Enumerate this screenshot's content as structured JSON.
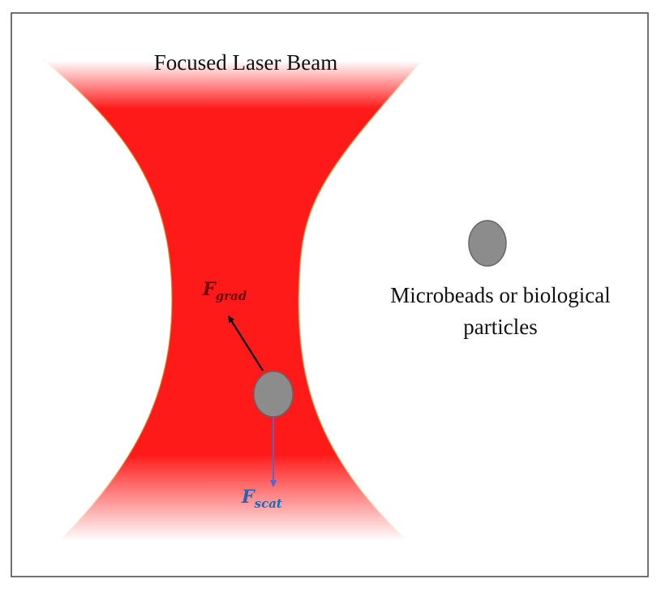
{
  "figure": {
    "beam_label": "Focused Laser Beam",
    "particle_label_line1": "Microbeads or biological",
    "particle_label_line2": "particles",
    "force_grad_symbol": "F",
    "force_grad_subscript": "grad",
    "force_scat_symbol": "F",
    "force_scat_subscript": "scat"
  },
  "colors": {
    "beam": "#ff1a1a",
    "beam_edge": "#e07a1a",
    "particle_fill": "#8c8c8c",
    "particle_stroke": "#666666",
    "grad_arrow": "#000000",
    "grad_text": "#6b0000",
    "scat_arrow": "#5566cc",
    "scat_text": "#2266bb",
    "frame": "#444444"
  }
}
